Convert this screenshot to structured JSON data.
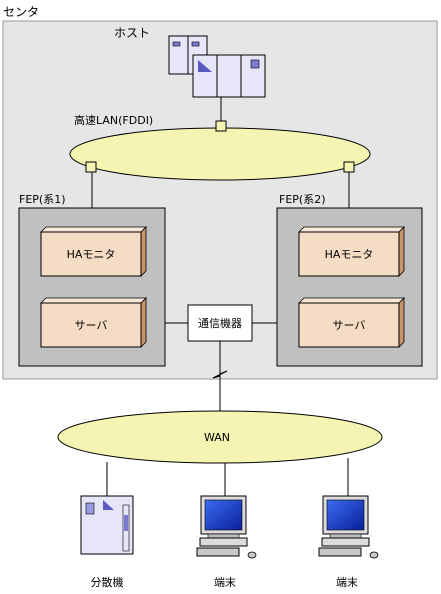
{
  "center": {
    "label": "センタ"
  },
  "host": {
    "label": "ホスト"
  },
  "lan": {
    "label": "高速LAN(FDDI)"
  },
  "fep1": {
    "label": "FEP(系1)",
    "ha_label": "HAモニタ",
    "server_label": "サーバ"
  },
  "fep2": {
    "label": "FEP(系2)",
    "ha_label": "HAモニタ",
    "server_label": "サーバ"
  },
  "comm_device": {
    "label": "通信機器"
  },
  "wan": {
    "label": "WAN"
  },
  "terminals": [
    {
      "label": "分散機",
      "icon": "distributed-machine-icon"
    },
    {
      "label": "端末",
      "icon": "terminal-pc-icon"
    },
    {
      "label": "端末",
      "icon": "terminal-pc-icon"
    }
  ],
  "colors": {
    "center_bg": "#e6e6e6",
    "ellipse": "#f5f5b3",
    "fep_box": "#c0c0c0",
    "component_face": "#f5dcc4",
    "component_side": "#c8946a",
    "host_body": "#e6e6f8"
  }
}
